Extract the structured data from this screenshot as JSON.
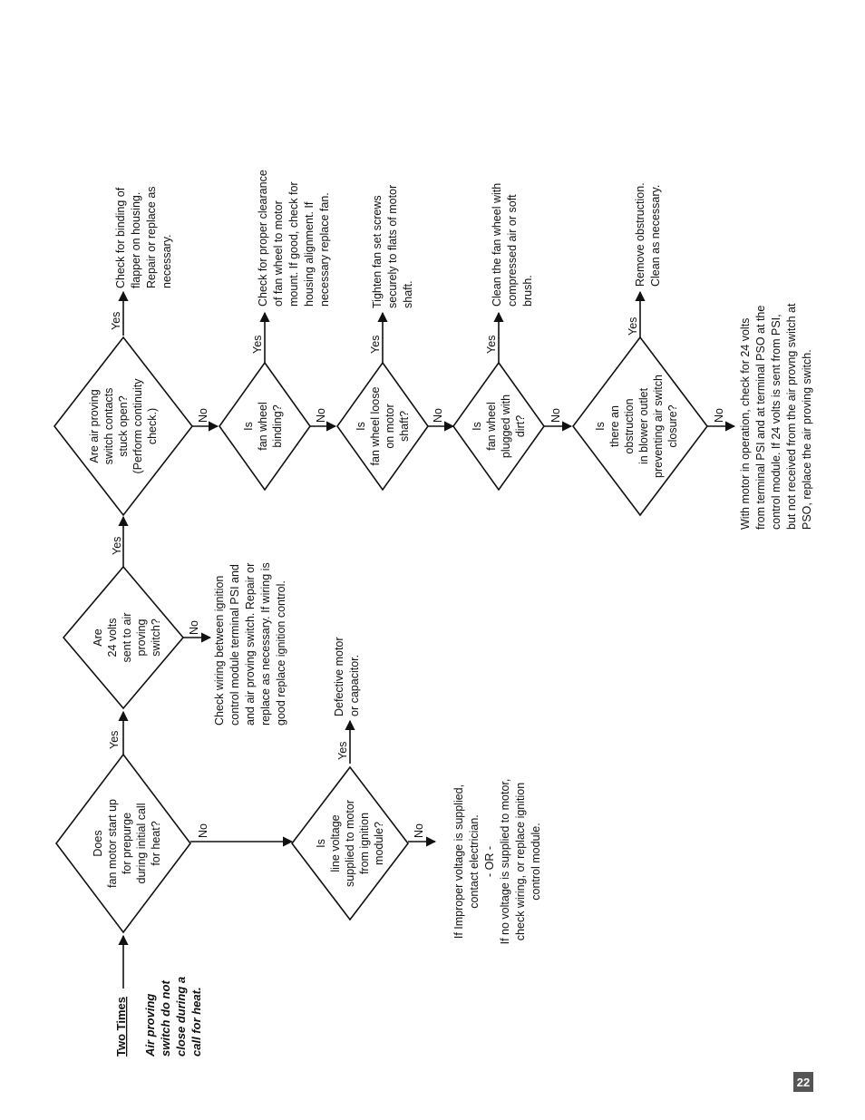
{
  "title": "Two Times",
  "subtitle": [
    "Air proving",
    "switch do not",
    "close during a",
    "call for heat."
  ],
  "yes": "Yes",
  "no": "No",
  "page_number": "22",
  "decisions": {
    "d1": [
      "Does",
      "fan motor start up",
      "for prepurge",
      "during initial call",
      "for heat?"
    ],
    "d2": [
      "Are",
      "24 volts",
      "sent to air",
      "proving",
      "switch?"
    ],
    "d3": [
      "Are air proving",
      "switch contacts",
      "stuck open?",
      "(Perform continuity",
      "check.)"
    ],
    "d4": [
      "Is",
      "fan wheel",
      "binding?"
    ],
    "d5": [
      "Is",
      "fan wheel loose",
      "on motor",
      "shaft?"
    ],
    "d6": [
      "Is",
      "fan wheel",
      "plugged with",
      "dirt?"
    ],
    "d7": [
      "Is",
      "there an",
      "obstruction",
      "in blower outlet",
      "preventing air switch",
      "closure?"
    ],
    "d8": [
      "Is",
      "line voltage",
      "supplied to motor",
      "from ignition",
      "module?"
    ]
  },
  "actions": {
    "a_flapper": [
      "Check for binding of",
      "flapper on housing.",
      "Repair or replace as",
      "necessary."
    ],
    "a_clearance": [
      "Check for proper clearance",
      "of fan wheel to motor",
      "mount.  If good, check for",
      "housing alignment. If",
      "necessary replace fan."
    ],
    "a_tighten": [
      "Tighten fan set screws",
      "securely to flats of motor",
      "shaft."
    ],
    "a_clean": [
      "Clean the fan wheel with",
      "compressed air or soft",
      "brush."
    ],
    "a_remove": [
      "Remove obstruction.",
      "Clean as necessary."
    ],
    "a_final": [
      "With motor in operation, check for 24 volts",
      "from terminal PSI and at  terminal PSO at the",
      "control module. If 24 volts is sent from PSI,",
      "but not received from the air provng switch at",
      "PSO, replace the air proving switch."
    ],
    "a_wiring": [
      "Check wiring between ignition",
      "control module terminal PSI and",
      "and air proving switch.  Repair or",
      "replace as necessary. If wiring is",
      "good replace ignition control."
    ],
    "a_motor": [
      "Defective motor",
      "or capacitor."
    ],
    "a_voltage": [
      "If Improper voltage is supplied,",
      "contact electrician.",
      "- OR -",
      "If no voltage is supplied to motor,",
      "check wiring, or replace ignition",
      "control module."
    ]
  }
}
